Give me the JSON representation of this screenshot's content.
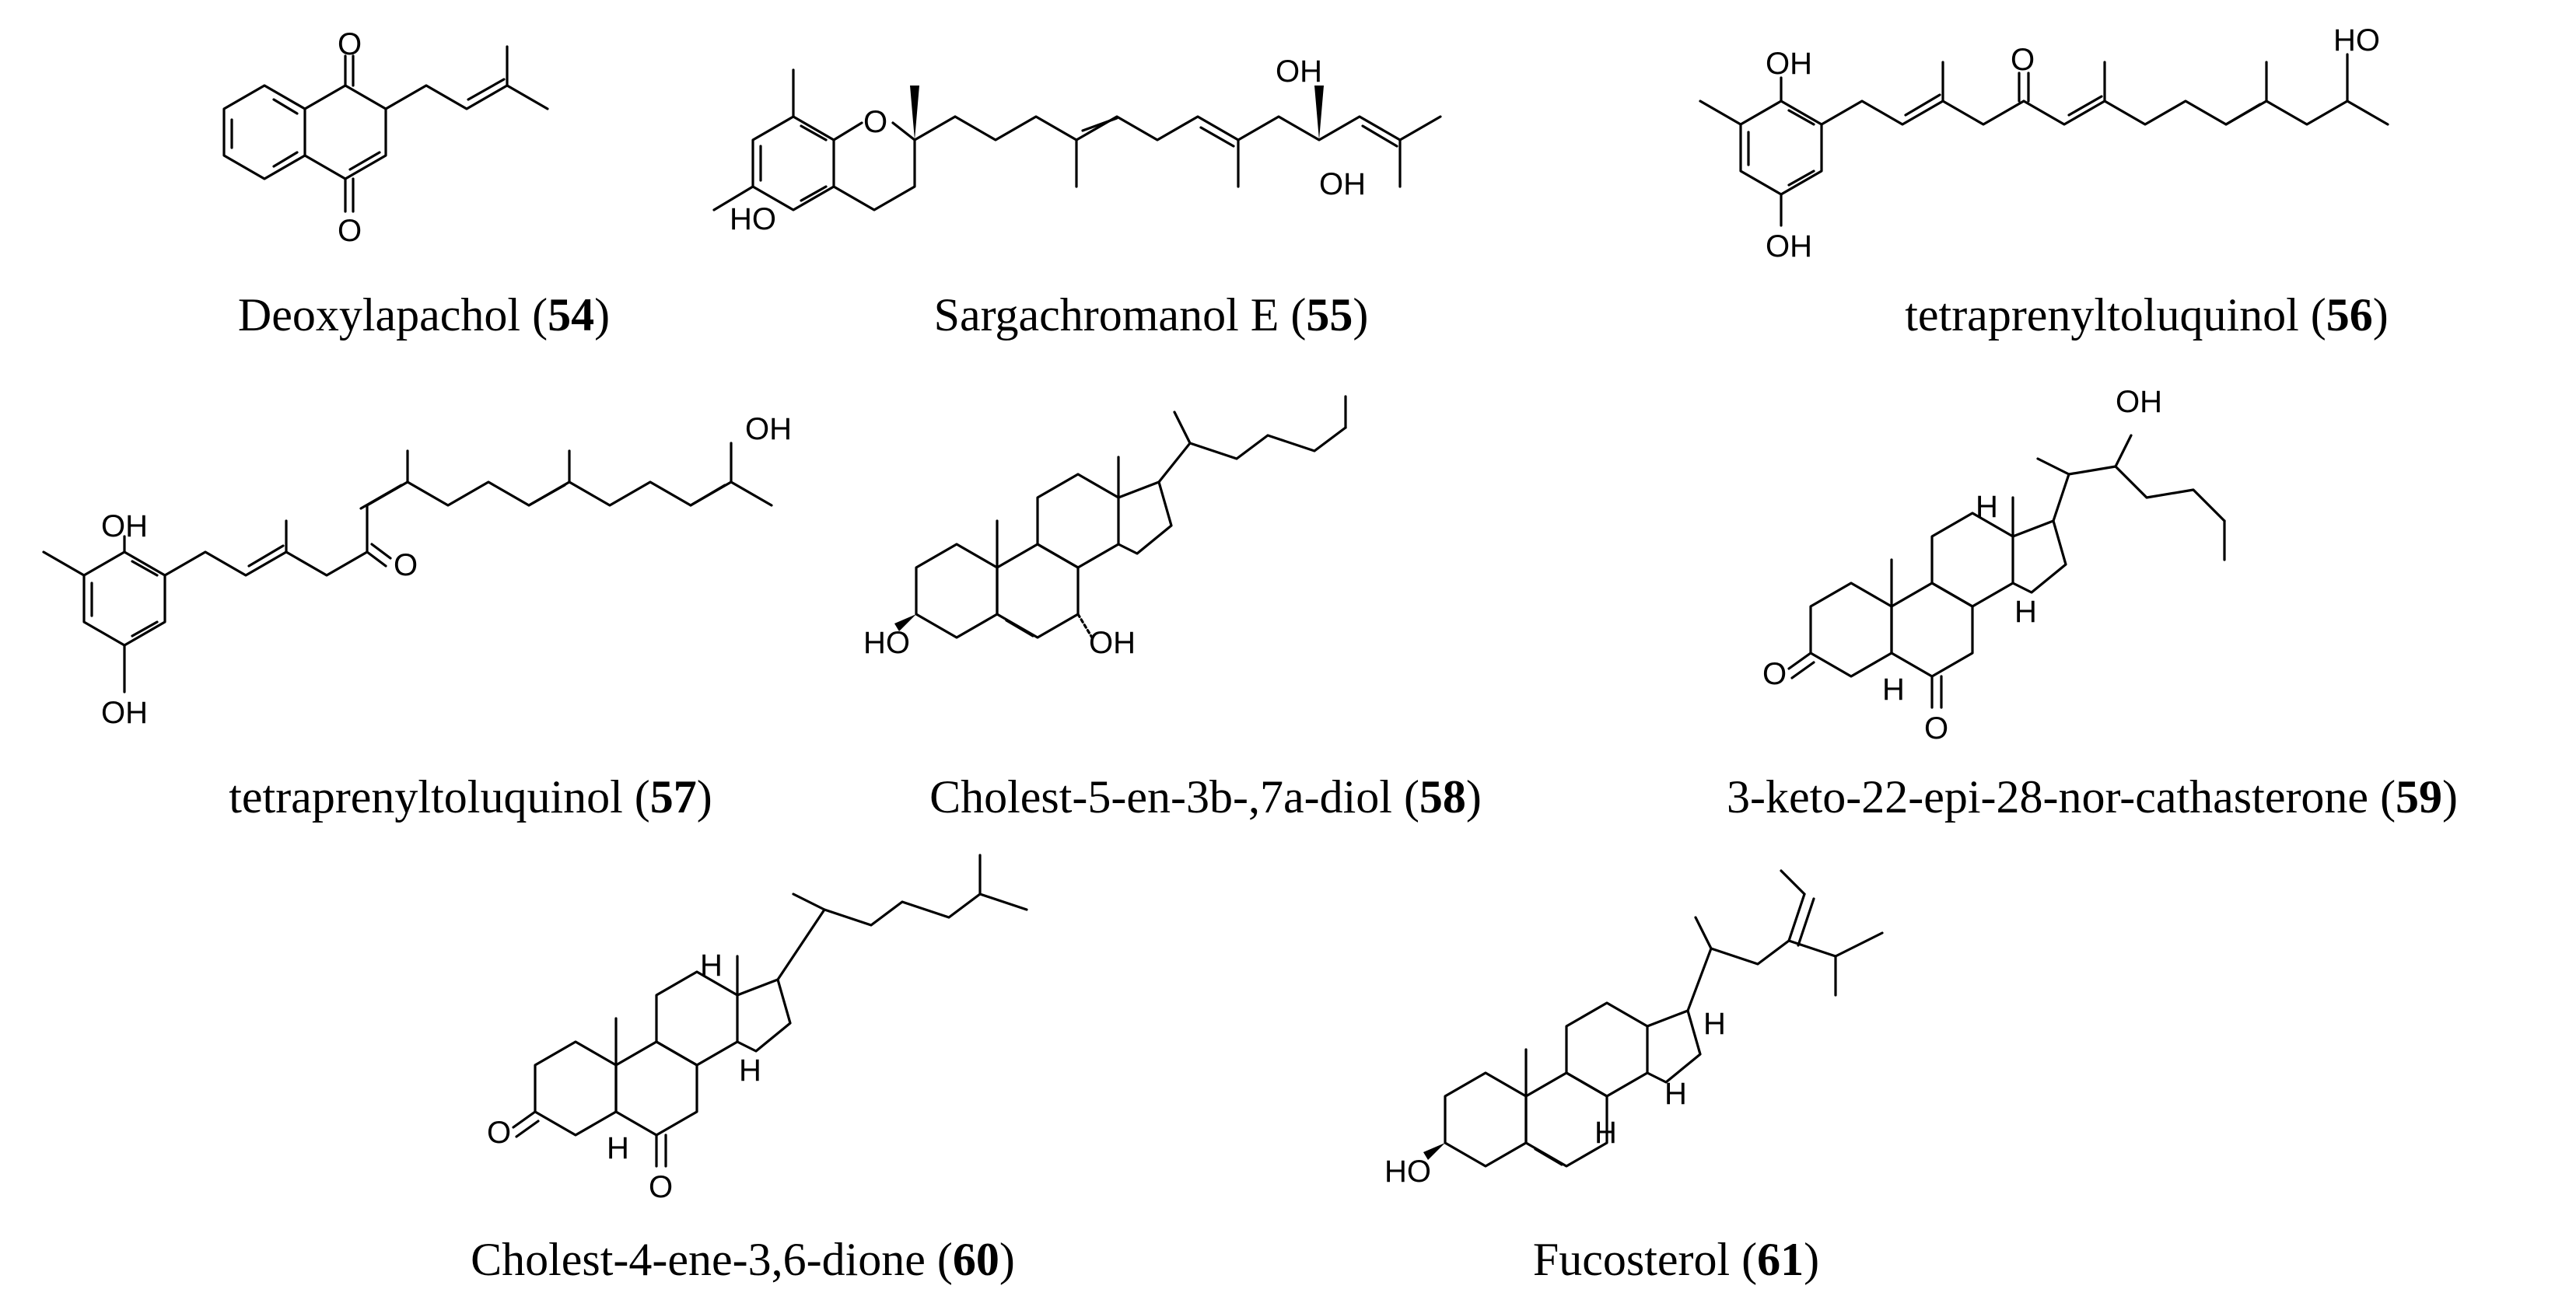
{
  "compounds": [
    {
      "name": "Deoxylapachol",
      "number": "54"
    },
    {
      "name": "Sargachromanol E",
      "number": "55"
    },
    {
      "name": "tetraprenyltoluquinol",
      "number": "56"
    },
    {
      "name": "tetraprenyltoluquinol",
      "number": "57"
    },
    {
      "name": "Cholest-5-en-3b-,7a-diol",
      "number": "58"
    },
    {
      "name": "3-keto-22-epi-28-nor-cathasterone",
      "number": "59"
    },
    {
      "name": "Cholest-4-ene-3,6-dione",
      "number": "60"
    },
    {
      "name": "Fucosterol",
      "number": "61"
    }
  ],
  "atom_labels": {
    "O": "O",
    "OH": "OH",
    "HO": "HO",
    "H": "H"
  }
}
